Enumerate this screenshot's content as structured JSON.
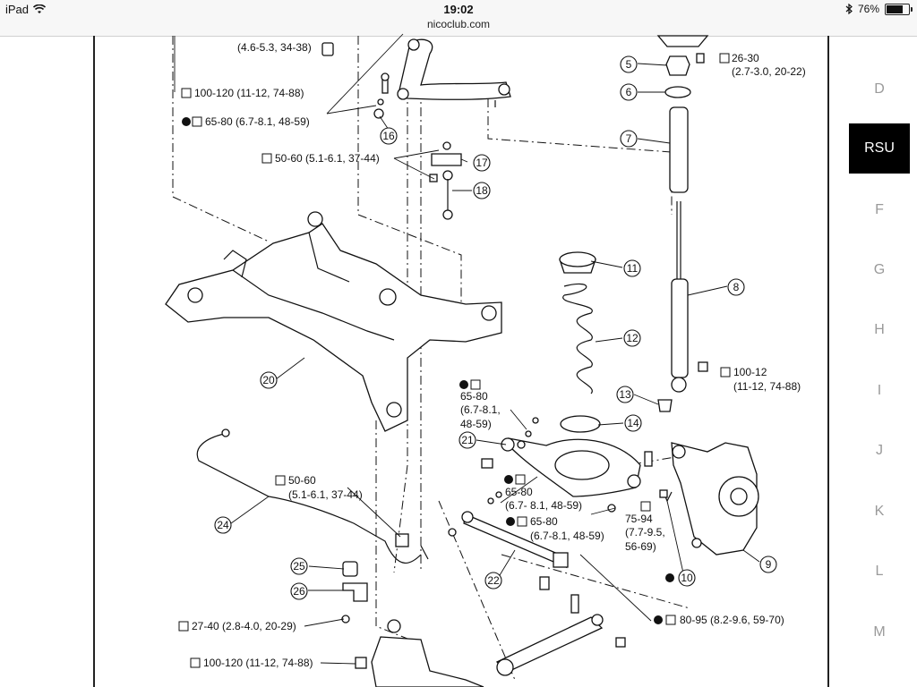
{
  "status_bar": {
    "device": "iPad",
    "time": "19:02",
    "url": "nicoclub.com",
    "battery": "76%",
    "battery_level": 0.76
  },
  "diagram": {
    "callouts": [
      "5",
      "6",
      "7",
      "8",
      "9",
      "10",
      "11",
      "12",
      "13",
      "14",
      "16",
      "17",
      "18",
      "20",
      "21",
      "22",
      "24",
      "25",
      "26"
    ],
    "specs": {
      "top_partial": "(4.6-5.3, 34-38)",
      "s100_120_a": "100-120 (11-12, 74-88)",
      "s65_80_a": "65-80 (6.7-8.1, 48-59)",
      "s50_60_a": "50-60 (5.1-6.1, 37-44)",
      "s26_30": "26-30",
      "s26_30_b": "(2.7-3.0, 20-22)",
      "s100_12": "100-12",
      "s100_12_b": "(11-12, 74-88)",
      "s65_80_b1": "65-80",
      "s65_80_b2": "(6.7-8.1,",
      "s65_80_b3": "48-59)",
      "s65_80_c1": "65-80",
      "s65_80_c2": "(6.7- 8.1, 48-59)",
      "s65_80_d1": "65-80",
      "s65_80_d2": "(6.7-8.1, 48-59)",
      "s75_94_1": "75-94",
      "s75_94_2": "(7.7-9.5,",
      "s75_94_3": "56-69)",
      "s50_60_b1": "50-60",
      "s50_60_b2": "(5.1-6.1, 37-44)",
      "s27_40": "27-40 (2.8-4.0, 20-29)",
      "s100_120_b": "100-120 (11-12, 74-88)",
      "s80_95": "80-95 (8.2-9.6, 59-70)"
    }
  },
  "side_index": {
    "tabs": [
      {
        "label": "D"
      },
      {
        "label": "RSU",
        "active": true
      },
      {
        "label": "F"
      },
      {
        "label": "G"
      },
      {
        "label": "H"
      },
      {
        "label": "I"
      },
      {
        "label": "J"
      },
      {
        "label": "K"
      },
      {
        "label": "L"
      },
      {
        "label": "M"
      }
    ]
  }
}
